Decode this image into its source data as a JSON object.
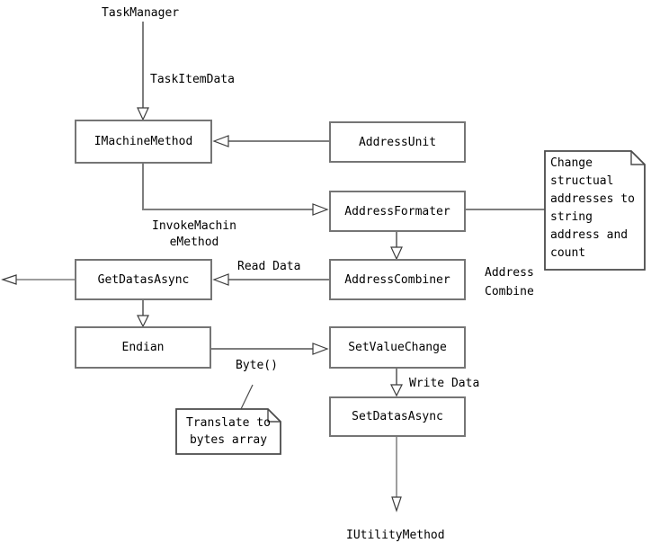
{
  "diagram": {
    "type": "flowchart",
    "background_color": "#ffffff",
    "colors": {
      "box_border": "#757575",
      "connector_line": "#7e7e7e",
      "arrowhead_outline": "#3c3c3c",
      "arrowhead_fill": "#ffffff",
      "note_border": "#4b4b4b",
      "text": "#000000"
    },
    "endpoints": {
      "task_manager": "TaskManager",
      "iutility_method": "IUtilityMethod"
    },
    "boxes": {
      "imachine_method": "IMachineMethod",
      "address_unit": "AddressUnit",
      "address_formater": "AddressFormater",
      "get_datas_async": "GetDatasAsync",
      "address_combiner": "AddressCombiner",
      "endian": "Endian",
      "set_value_change": "SetValueChange",
      "set_datas_async": "SetDatasAsync"
    },
    "edge_labels": {
      "task_item_data": "TaskItemData",
      "invoke_machine_method": "InvokeMachineMethod",
      "read_data": "Read Data",
      "address_combine": "Address Combine",
      "byte": "Byte()",
      "write_data": "Write Data"
    },
    "notes": {
      "change_structural": "Change structual addresses to string address and count",
      "translate_bytes": "Translate to bytes array"
    }
  }
}
